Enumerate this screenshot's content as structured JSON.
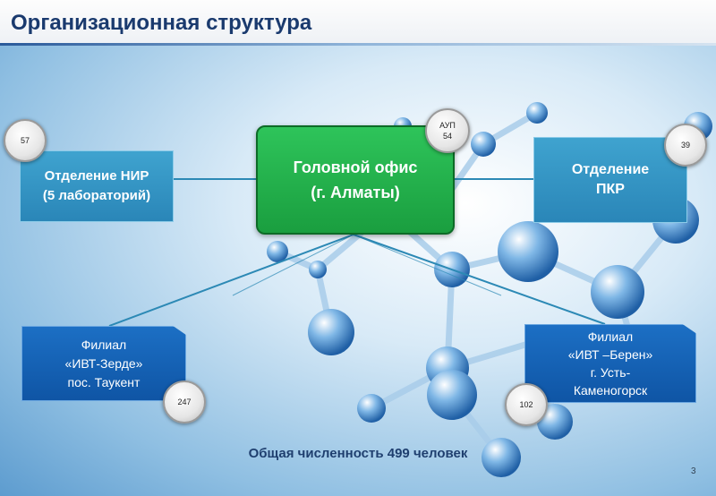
{
  "title": "Организационная структура",
  "nodes": {
    "head_office": {
      "lines": [
        "Головной офис",
        "(г. Алматы)"
      ],
      "badge": {
        "label": "АУП",
        "value": "54"
      }
    },
    "nir": {
      "lines": [
        "Отделение НИР",
        "(5 лабораторий)"
      ],
      "badge": {
        "value": "57"
      }
    },
    "pkr": {
      "lines": [
        "Отделение",
        "ПКР"
      ],
      "badge": {
        "value": "39"
      }
    },
    "zerde": {
      "lines": [
        "Филиал",
        "«ИВТ-Зерде»",
        "пос. Таукент"
      ],
      "badge": {
        "value": "247"
      }
    },
    "beren": {
      "lines": [
        "Филиал",
        "«ИВТ –Берен»",
        "г. Усть-",
        "Каменогорск"
      ],
      "badge": {
        "value": "102"
      }
    }
  },
  "total": "Общая численность 499 человек",
  "page_number": "3",
  "colors": {
    "title": "#1a3a6e",
    "teal_box": "#2a86b8",
    "green_box": "#1fae48",
    "blue_box": "#1565b8",
    "connector": "#2c89b5"
  }
}
